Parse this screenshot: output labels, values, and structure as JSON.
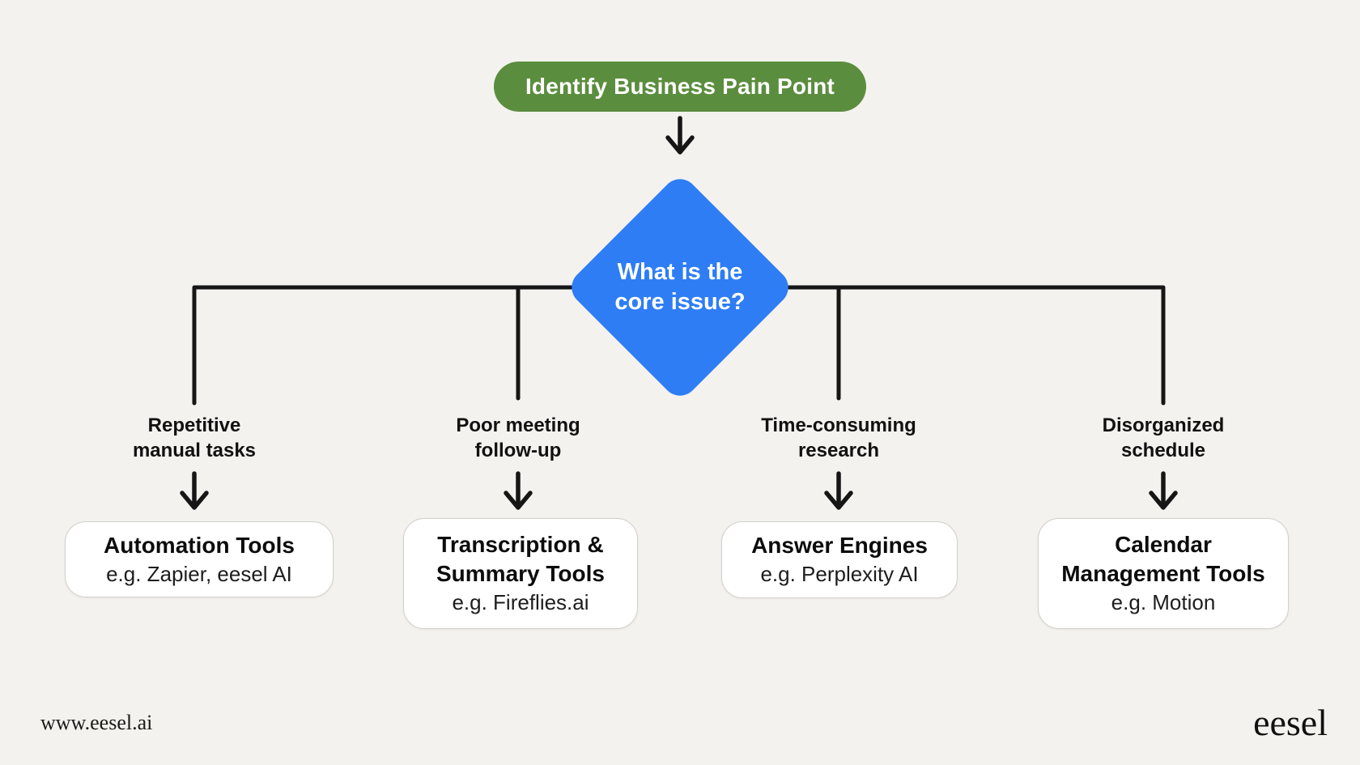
{
  "colors": {
    "bg": "#f4f2ee",
    "green": "#5b8d3e",
    "blue": "#2e7df5",
    "line": "#161616",
    "card_bg": "#ffffff",
    "card_border": "#d2d0cc"
  },
  "icons": {
    "arrow_down": "↓"
  },
  "flow": {
    "root_label": "Identify Business Pain Point",
    "decision_question": "What is the\ncore issue?"
  },
  "branches": [
    {
      "condition": "Repetitive\nmanual tasks",
      "tool_title": "Automation Tools",
      "tool_example": "e.g. Zapier, eesel AI"
    },
    {
      "condition": "Poor meeting\nfollow-up",
      "tool_title": "Transcription &\nSummary Tools",
      "tool_example": "e.g. Fireflies.ai"
    },
    {
      "condition": "Time-consuming\nresearch",
      "tool_title": "Answer Engines",
      "tool_example": "e.g. Perplexity AI"
    },
    {
      "condition": "Disorganized\nschedule",
      "tool_title": "Calendar\nManagement Tools",
      "tool_example": "e.g. Motion"
    }
  ],
  "footer": {
    "website": "www.eesel.ai",
    "brand": "eesel"
  }
}
